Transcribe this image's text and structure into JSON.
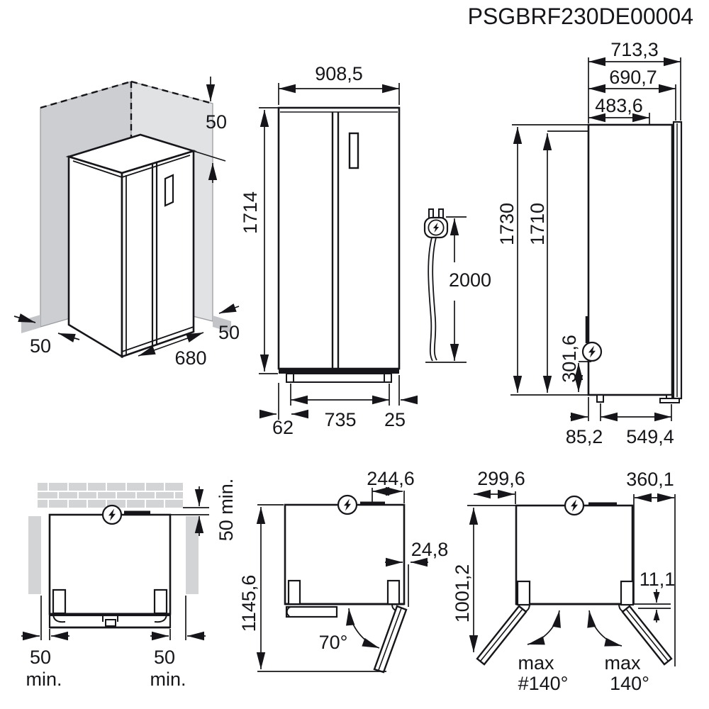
{
  "title": "PSGBRF230DE00004",
  "colors": {
    "line": "#16161a",
    "wall_left": "#ccced1",
    "wall_right": "#e0e2e4",
    "panel": "#d2d4d6",
    "brick": "#d2d4d6"
  },
  "icons": {
    "power": "lightning-bolt-in-circle"
  },
  "iso": {
    "clearance_top": "50",
    "clearance_left": "50",
    "clearance_right": "50",
    "width": "680"
  },
  "front": {
    "width": "908,5",
    "height": "1714",
    "foot_left": "62",
    "feet_span": "735",
    "foot_right": "25"
  },
  "cord": {
    "length": "2000"
  },
  "side": {
    "depth_total": "713,3",
    "depth_door": "690,7",
    "depth_body": "483,6",
    "height_total": "1730",
    "height_body": "1710",
    "socket_height": "301,6",
    "foot_offset": "85,2",
    "feet_span": "549,4"
  },
  "clearance": {
    "back_gap": "50 min.",
    "left_value": "50",
    "left_unit": "min.",
    "right_value": "50",
    "right_unit": "min."
  },
  "door70": {
    "door_width": "244,6",
    "total_depth": "1145,6",
    "door_offset": "24,8",
    "angle": "70°"
  },
  "door140": {
    "left_width": "299,6",
    "right_width": "360,1",
    "total_depth": "1001,2",
    "offset": "11,1",
    "left_prefix": "max",
    "left_angle": "#140°",
    "right_prefix": "max",
    "right_angle": "140°"
  }
}
